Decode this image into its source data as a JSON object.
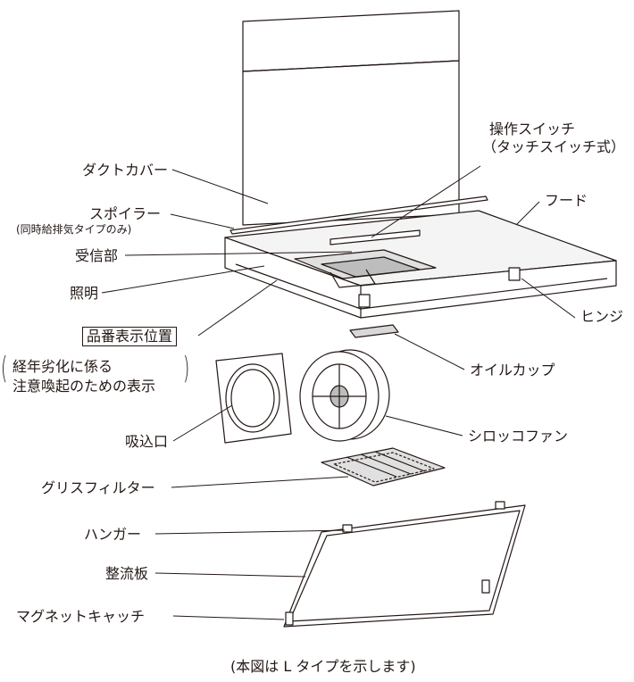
{
  "labels": {
    "switch_line1": "操作スイッチ",
    "switch_line2": "（タッチスイッチ式）",
    "duct_cover": "ダクトカバー",
    "hood": "フード",
    "spoiler": "スポイラー",
    "spoiler_note": "(同時給排気タイプのみ)",
    "receiver": "受信部",
    "lighting": "照明",
    "product_label": "品番表示位置",
    "hinge": "ヒンジ",
    "warning_line1": "経年劣化に係る",
    "warning_line2": "注意喚起のための表示",
    "oil_cup": "オイルカップ",
    "intake": "吸込口",
    "sirocco_fan": "シロッコファン",
    "grease_filter": "グリスフィルター",
    "hanger": "ハンガー",
    "rectifier_plate": "整流板",
    "magnet_catch": "マグネットキャッチ"
  },
  "caption": "(本図は L タイプを示します)",
  "colors": {
    "line": "#231815",
    "shade": "#e6e6e6"
  }
}
